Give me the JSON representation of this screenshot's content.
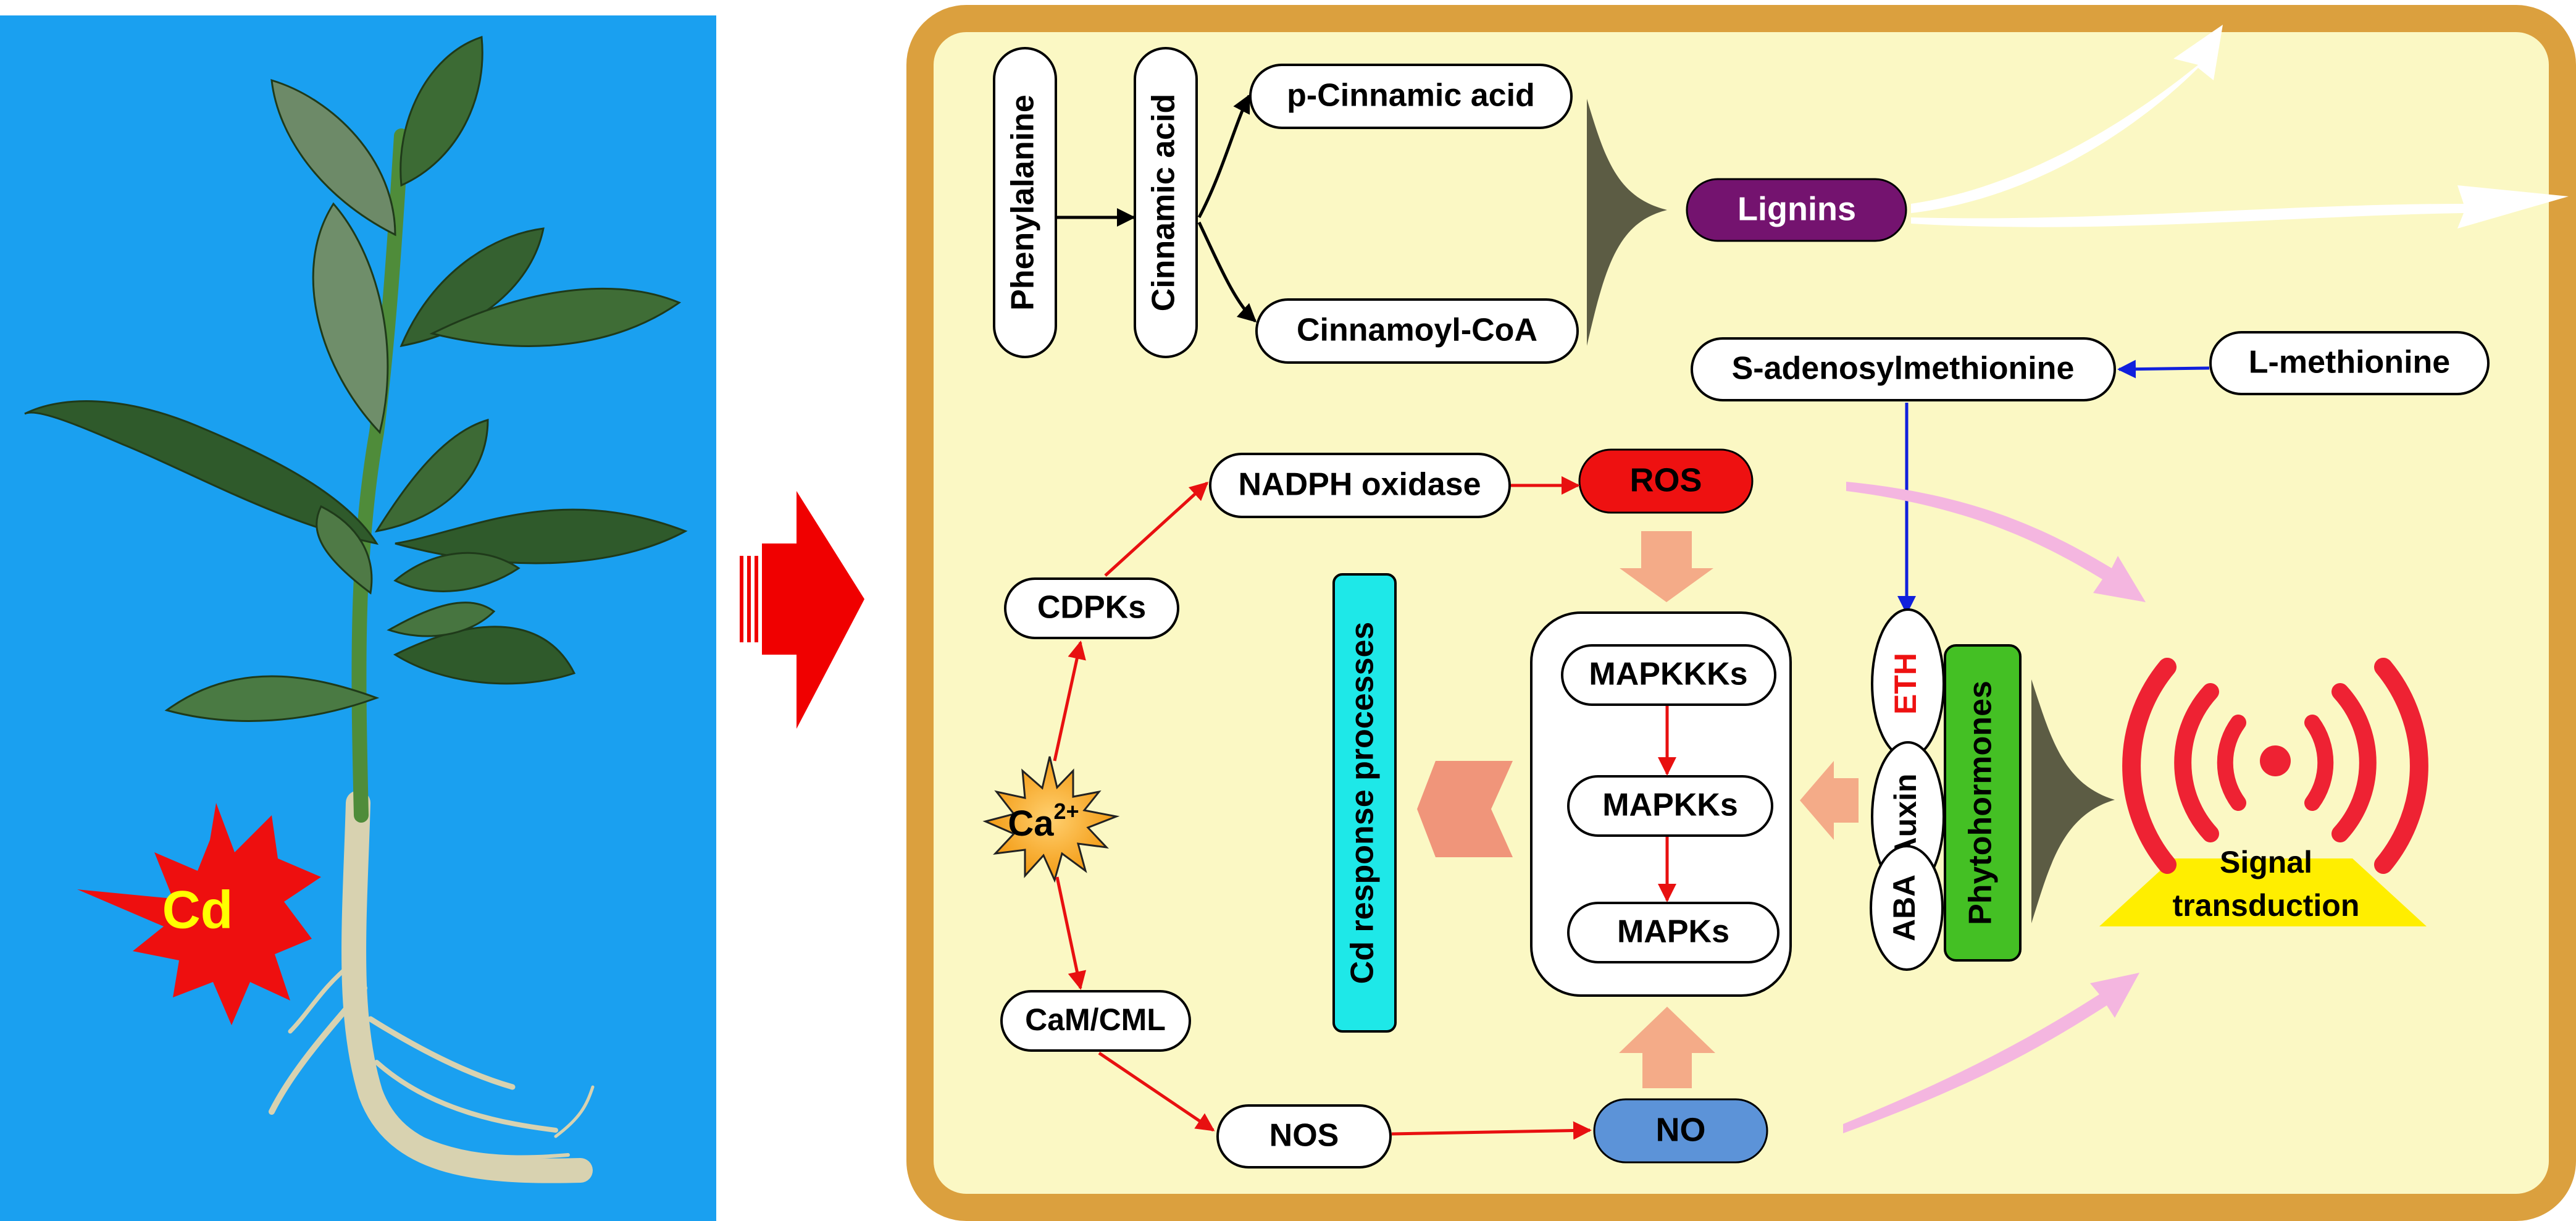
{
  "left_panel": {
    "cd_label": "Cd"
  },
  "pathway": {
    "phenylalanine": "Phenylalanine",
    "cinnamic_acid": "Cinnamic acid",
    "p_cinnamic_acid": "p-Cinnamic acid",
    "cinnamoyl_coa": "Cinnamoyl-CoA",
    "lignins": "Lignins",
    "s_adenosylmethionine": "S-adenosylmethionine",
    "l_methionine": "L-methionine",
    "nadph_oxidase": "NADPH oxidase",
    "ros": "ROS",
    "cdpks": "CDPKs",
    "ca_base": "Ca",
    "ca_superscript": "2+",
    "cam_cml": "CaM/CML",
    "nos": "NOS",
    "no": "NO",
    "cd_response": "Cd response processes",
    "mapkkks": "MAPKKKs",
    "mapkks": "MAPKKs",
    "mapks": "MAPKs",
    "eth": "ETH",
    "auxin": "Auxin",
    "aba": "ABA",
    "phytohormones": "Phytohormones",
    "signal_transduction_line1": "Signal",
    "signal_transduction_line2": "transduction"
  },
  "colors": {
    "background_blue": "#1aa0f0",
    "cell_fill": "#fbf8c4",
    "cell_border": "#dba03e",
    "big_red_arrow": "#f00000",
    "lignins_fill": "#74136f",
    "ros_fill": "#ee1111",
    "no_fill": "#5c93d8",
    "cd_response_fill": "#1ee8e8",
    "phytohormones_fill": "#44c024",
    "signal_red": "#ee2233",
    "signal_base": "#ffee00",
    "salmon_arrow": "#f4ab88",
    "dark_funnel": "#5c5c44",
    "pink_arrow": "#f4b6e0"
  }
}
